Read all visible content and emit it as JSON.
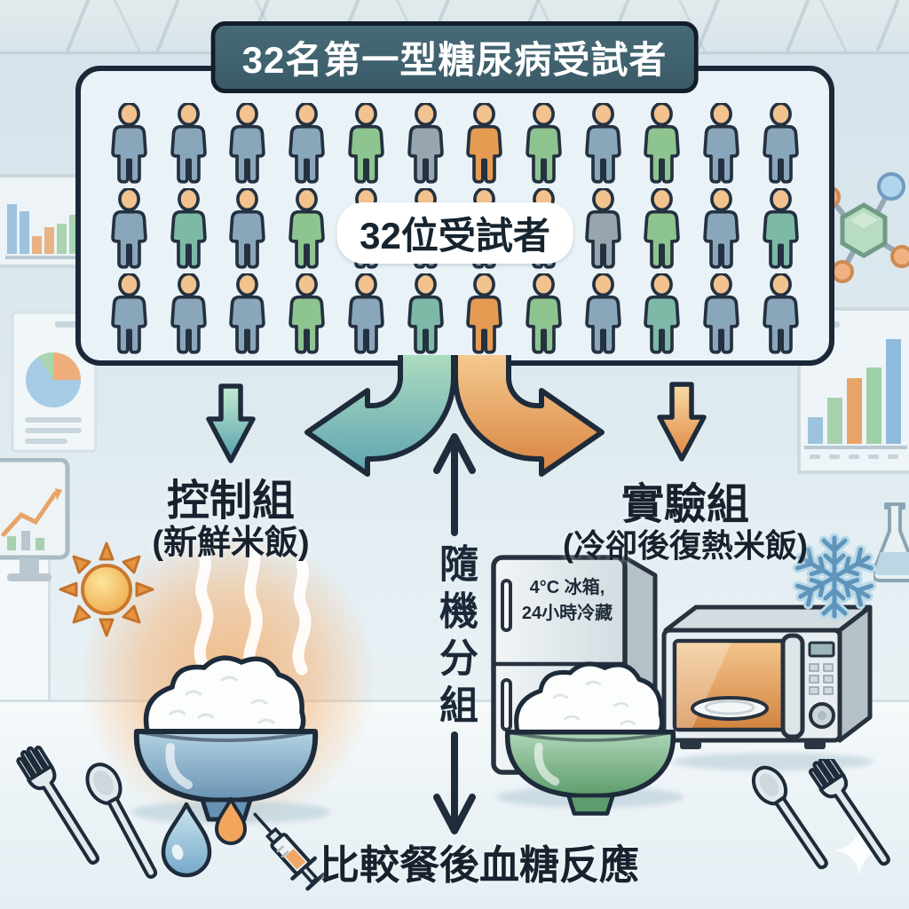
{
  "banner": {
    "text": "32名第一型糖尿病受試者"
  },
  "subjects_panel": {
    "label": "32位受試者",
    "rows": 3,
    "cols": 12,
    "grid": [
      [
        "blue",
        "blue",
        "blue",
        "blue",
        "green",
        "gray",
        "orange",
        "green",
        "blue",
        "green",
        "blue",
        "blue"
      ],
      [
        "blue",
        "teal",
        "blue",
        "green",
        "blue",
        "blue",
        "blue",
        "blue",
        "gray",
        "green",
        "blue",
        "teal"
      ],
      [
        "blue",
        "blue",
        "blue",
        "green",
        "blue",
        "teal",
        "orange",
        "green",
        "blue",
        "teal",
        "blue",
        "blue"
      ]
    ]
  },
  "palette": {
    "blue": "#8aa6bb",
    "green": "#8ec48f",
    "teal": "#7cb9a7",
    "orange": "#e69b52",
    "gray": "#96a5ae",
    "skin": "#f2c28f",
    "outline": "#243140"
  },
  "flow": {
    "random_label": "隨機分組"
  },
  "groups": {
    "control": {
      "title": "控制組",
      "subtitle": "(新鮮米飯)"
    },
    "experimental": {
      "title": "實驗組",
      "subtitle": "(冷卻後復熱米飯)"
    }
  },
  "fridge": {
    "line1": "4°C 冰箱,",
    "line2": "24小時冷藏"
  },
  "outcome": {
    "text": "比較餐後血糖反應"
  },
  "colors": {
    "arrow_teal": "#6fb0a4",
    "arrow_orange": "#e2934e",
    "banner_bg": "#3f5f6b",
    "outline_dark": "#1d2b3a"
  },
  "icons": {
    "sun-icon": "☀",
    "snowflake-icon": "❄",
    "steam-icon": "♨",
    "water-drop-icon": "💧",
    "syringe-icon": "💉",
    "fridge-icon": "refrigerator shape",
    "microwave-icon": "microwave shape",
    "rice-bowl-icon": "bowl of rice shape",
    "fork-icon": "fork shape",
    "spoon-icon": "spoon shape",
    "flask-icon": "erlenmeyer flask shape",
    "molecule-icon": "hexagon molecule shape",
    "sparkle-icon": "✦"
  }
}
